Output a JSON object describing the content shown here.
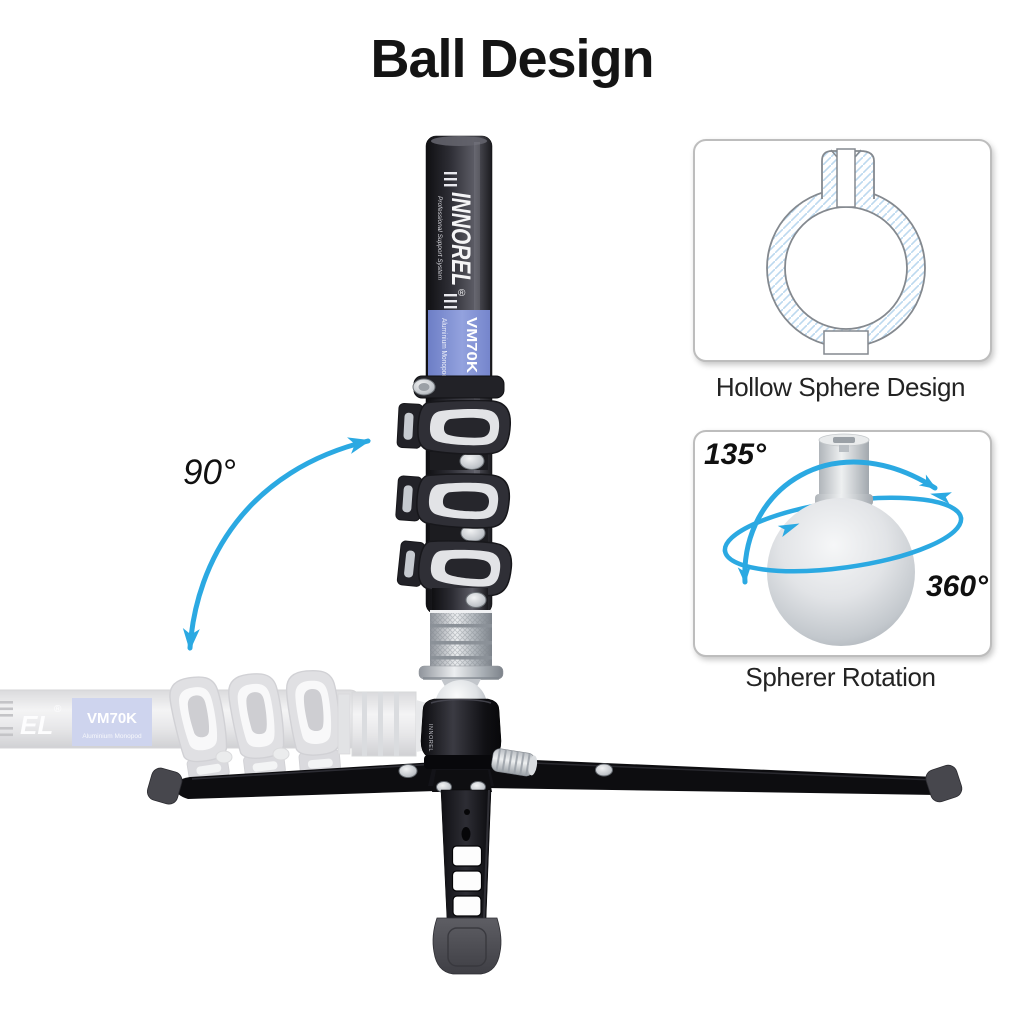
{
  "page": {
    "title": "Ball Design"
  },
  "annotations": {
    "swing_angle": "90°"
  },
  "monopod": {
    "brand": "INNOREL",
    "registered_mark": "®",
    "tagline": "Professional Support System",
    "label": {
      "model": "VM70K",
      "material": "Aluminium Monopod"
    },
    "head_brand": "INNOREL",
    "ghost": {
      "brand_fragment": "EL",
      "registered_mark": "®",
      "model": "VM70K",
      "material": "Aluminium Monopod"
    }
  },
  "callouts": {
    "hollow_sphere": {
      "caption": "Hollow Sphere Design"
    },
    "rotation": {
      "caption": "Spherer Rotation",
      "vertical_angle": "135°",
      "horizontal_angle": "360°"
    }
  },
  "colors": {
    "arrow_blue": "#2BA9E2",
    "label_blue": "#7E8FD2",
    "hatch_blue": "#BCD9EF",
    "drawing_outline": "#84898F",
    "tube_black": "#1B1B1F",
    "metal_silver": "#C9CCD0"
  }
}
